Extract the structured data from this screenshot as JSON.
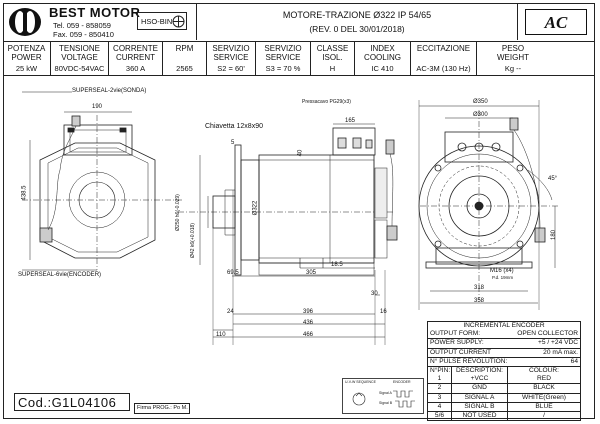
{
  "header": {
    "brand": "BEST MOTOR",
    "tel": "Tel. 059 - 858059",
    "fax": "Fax. 059 - 850410",
    "badge": "HSO-BIN",
    "title_line1": "MOTORE-TRAZIONE Ø322 IP 54/65",
    "title_line2": "(REV. 0 DEL 30/01/2018)",
    "ac_badge": "AC"
  },
  "specs": [
    {
      "label": "POTENZA\nPOWER",
      "value": "25 kW"
    },
    {
      "label": "TENSIONE\nVOLTAGE",
      "value": "80VDC-54VAC"
    },
    {
      "label": "CORRENTE\nCURRENT",
      "value": "360 A"
    },
    {
      "label": "RPM",
      "value": "2565"
    },
    {
      "label": "SERVIZIO\nSERVICE",
      "value": "S2 =  60'"
    },
    {
      "label": "SERVIZIO\nSERVICE",
      "value": "S3 = 70 %"
    },
    {
      "label": "CLASSE\nISOL.",
      "value": "H"
    },
    {
      "label": "INDEX COOLING",
      "value": "IC 410"
    },
    {
      "label": "ECCITAZIONE",
      "value": "AC-3M (130 Hz)"
    },
    {
      "label": "PESO\nWEIGHT",
      "value": "Kg --"
    }
  ],
  "drawing": {
    "supersealA": "SUPERSEAL-2vie(SONDA)",
    "supersealB": "SUPERSEAL-6vie(ENCODER)",
    "chiavetta": "Chiavetta 12x8x90",
    "pressacavo": "Pressacavo PG29(x3)",
    "dims": {
      "d190": "190",
      "d438": "438.5",
      "d5": "5",
      "d40": "40",
      "d165": "165",
      "d250": "Ø250 h6(-0.029)",
      "d322": "Ø322",
      "d42": "Ø42 k6(+0.018)",
      "d69": "69.5",
      "d305": "305",
      "d185": "18.5",
      "d30": "30",
      "d24": "24",
      "d396": "396",
      "d16": "16",
      "d436": "436",
      "d110": "110",
      "d466": "466",
      "d350": "Ø350",
      "d300": "Ø300",
      "d45": "45°",
      "d180": "180",
      "d318": "318",
      "d358": "358",
      "m16": "M16 (x4)",
      "m16b": "P.d. 19mm"
    },
    "sequence_label": "U-V-W SEQUENCE",
    "encoder_label": "ENCODER",
    "signal_a": "Signal A",
    "signal_b": "Signal B"
  },
  "encoder": {
    "title": "INCREMENTAL ENCODER",
    "rows": [
      {
        "k": "OUTPUT FORM:",
        "v": "OPEN COLLECTOR"
      },
      {
        "k": "POWER SUPPLY:",
        "v": "+5 / +24 VDC"
      },
      {
        "k": "OUTPUT CURRENT",
        "v": "20 mA  max."
      },
      {
        "k": "N° PULSE REVOLUTION:",
        "v": "64"
      }
    ],
    "pin_header": {
      "pin": "N°PIN:",
      "desc": "DESCRIPTION:",
      "col": "COLOUR:"
    },
    "pins": [
      {
        "pin": "1",
        "desc": "+VCC",
        "col": "RED"
      },
      {
        "pin": "2",
        "desc": "GND",
        "col": "BLACK"
      },
      {
        "pin": "3",
        "desc": "SIGNAL A",
        "col": "WHITE(Green)"
      },
      {
        "pin": "4",
        "desc": "SIGNAL B",
        "col": "BLUE"
      },
      {
        "pin": "5/6",
        "desc": "NOT USED",
        "col": "/"
      }
    ]
  },
  "footer": {
    "code": "Cod.:G1L04106",
    "firma": "Firma PROG.: Po M."
  }
}
